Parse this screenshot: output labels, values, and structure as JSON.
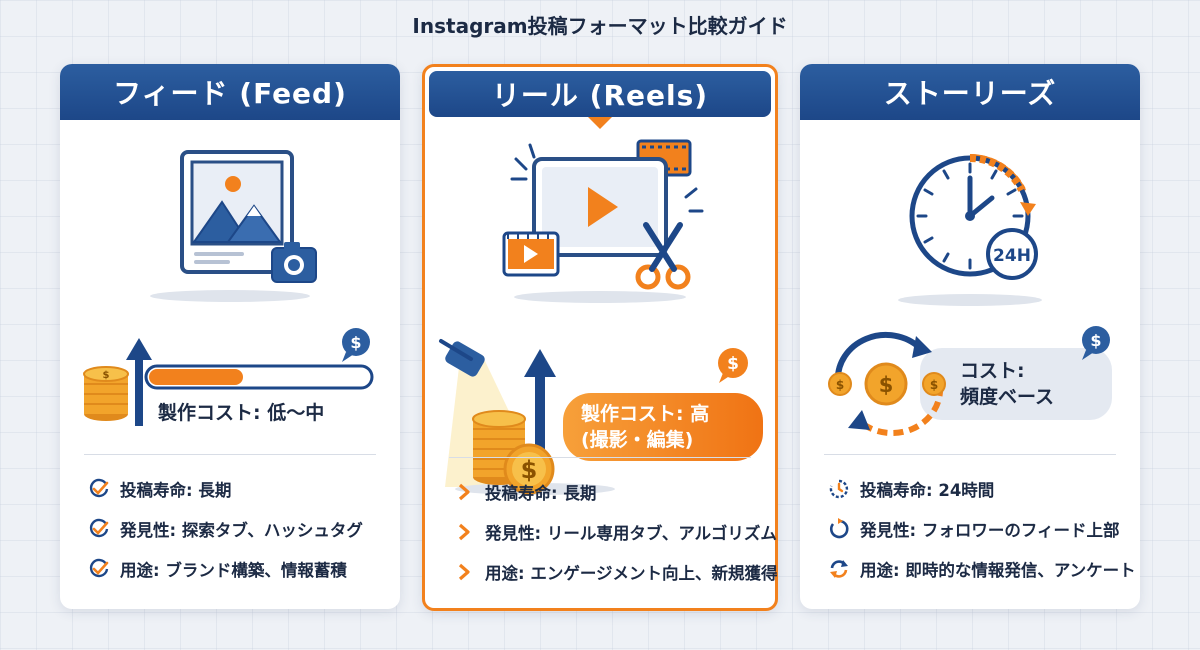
{
  "title": "Instagram投稿フォーマット比較ガイド",
  "cards": [
    {
      "header": "フィード (Feed)",
      "cost_label": "製作コスト: 低〜中",
      "features": [
        "投稿寿命: 長期",
        "発見性: 探索タブ、ハッシュタグ",
        "用途: ブランド構築、情報蓄積"
      ]
    },
    {
      "header": "リール (Reels)",
      "cost_line1": "製作コスト: 高",
      "cost_line2": "(撮影・編集)",
      "features": [
        "投稿寿命: 長期",
        "発見性: リール専用タブ、アルゴリズム",
        "用途: エンゲージメント向上、新規獲得"
      ]
    },
    {
      "header": "ストーリーズ",
      "clock_badge": "24H",
      "cost_line1": "コスト:",
      "cost_line2": "頻度ベース",
      "features": [
        "投稿寿命: 24時間",
        "発見性: フォロワーのフィード上部",
        "用途: 即時的な情報発信、アンケート"
      ]
    }
  ],
  "dollar_symbol": "$",
  "colors": {
    "navy": "#1d4788",
    "orange": "#f2811d",
    "gold": "#f2a42b",
    "bg": "#eef1f6"
  }
}
